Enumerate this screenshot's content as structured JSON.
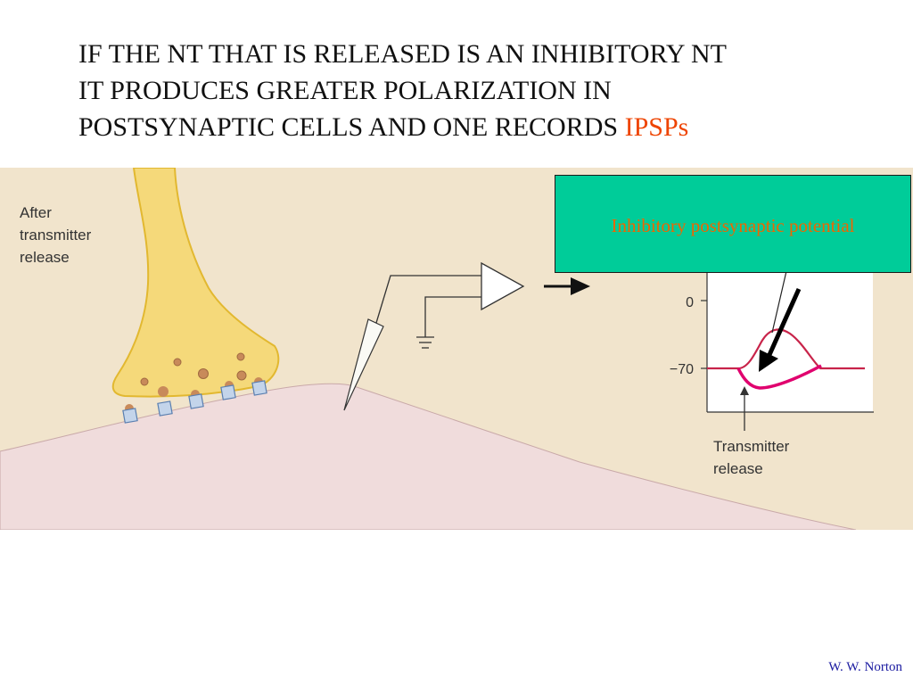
{
  "slide": {
    "title_lines": [
      "IF THE NT THAT IS RELEASED IS AN INHIBITORY NT",
      "IT PRODUCES GREATER POLARIZATION IN",
      "POSTSYNAPTIC CELLS AND ONE RECORDS "
    ],
    "title_highlight": "IPSPs",
    "highlight_color": "#ee4400"
  },
  "figure": {
    "label_after_line1": "After",
    "label_after_line2": "transmitter",
    "label_after_line3": "release",
    "axis_tick_zero": "0",
    "axis_tick_minus70": "−70",
    "label_release_line1": "Transmitter",
    "label_release_line2": "release",
    "callout_text": "Inhibitory postsynaptic potential",
    "callout_color": "#00cc99",
    "ipsp_trace_color": "#e0006e",
    "epsp_trace_color": "#c8244a"
  },
  "footer": {
    "credit": "W. W. Norton"
  }
}
